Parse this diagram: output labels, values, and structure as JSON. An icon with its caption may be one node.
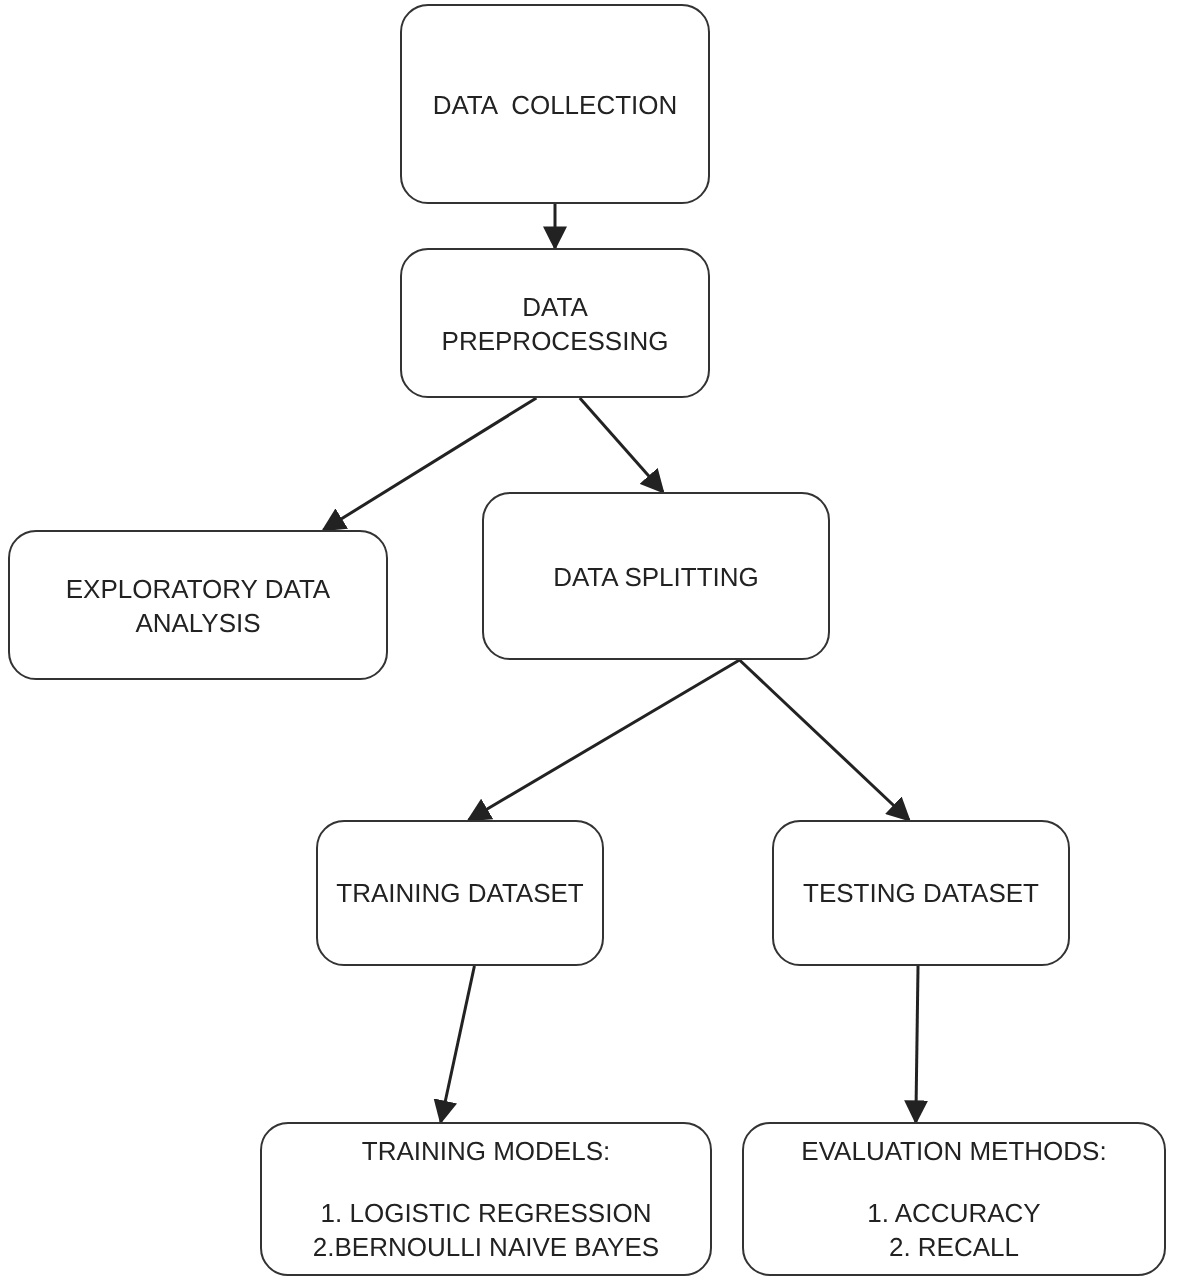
{
  "diagram": {
    "nodes": [
      {
        "text": [
          "DATA  COLLECTION"
        ]
      },
      {
        "text": [
          "DATA PREPROCESSING"
        ]
      },
      {
        "text": [
          "EXPLORATORY DATA ANALYSIS"
        ]
      },
      {
        "text": [
          "DATA SPLITTING"
        ]
      },
      {
        "text": [
          "TRAINING DATASET"
        ]
      },
      {
        "text": [
          "TESTING DATASET"
        ]
      },
      {
        "text": [
          "TRAINING MODELS:",
          "1. LOGISTIC REGRESSION",
          "2.BERNOULLI NAIVE BAYES"
        ]
      },
      {
        "text": [
          "EVALUATION METHODS:",
          "1. ACCURACY",
          "2. RECALL"
        ]
      }
    ],
    "edges": [
      {
        "from": 0,
        "to": 1,
        "arrow": "to"
      },
      {
        "from": 1,
        "to": 2,
        "arrow": "to"
      },
      {
        "from": 1,
        "to": 3,
        "arrow": "to"
      },
      {
        "from": 3,
        "to": 4,
        "arrow": "to"
      },
      {
        "from": 3,
        "to": 5,
        "arrow": "to"
      },
      {
        "from": 4,
        "to": 6,
        "arrow": "to"
      },
      {
        "from": 5,
        "to": 7,
        "arrow": "to"
      }
    ]
  }
}
